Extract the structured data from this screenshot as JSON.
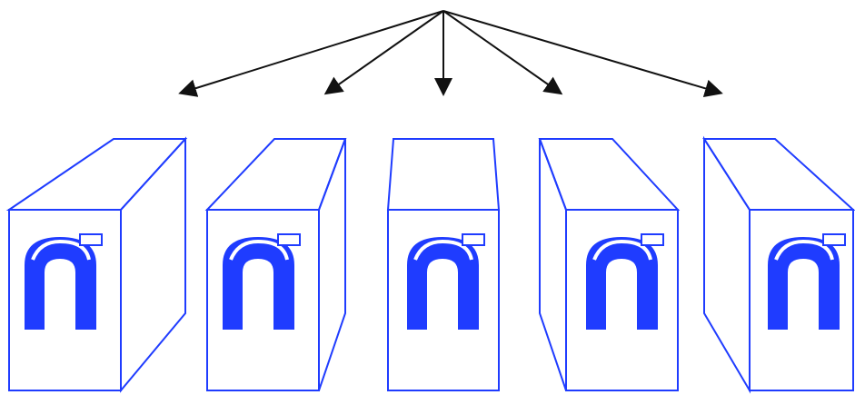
{
  "colors": {
    "background": "#ffffff",
    "arrow": "#111111",
    "outline": "#1f3cff",
    "glyph_fill": "#1f3cff",
    "glyph_highlight": "#ffffff"
  },
  "diagram": {
    "arrow_count": 5,
    "object_count": 5,
    "glyph": "n",
    "views": [
      {
        "id": "view-1"
      },
      {
        "id": "view-2"
      },
      {
        "id": "view-3"
      },
      {
        "id": "view-4"
      },
      {
        "id": "view-5"
      }
    ]
  }
}
